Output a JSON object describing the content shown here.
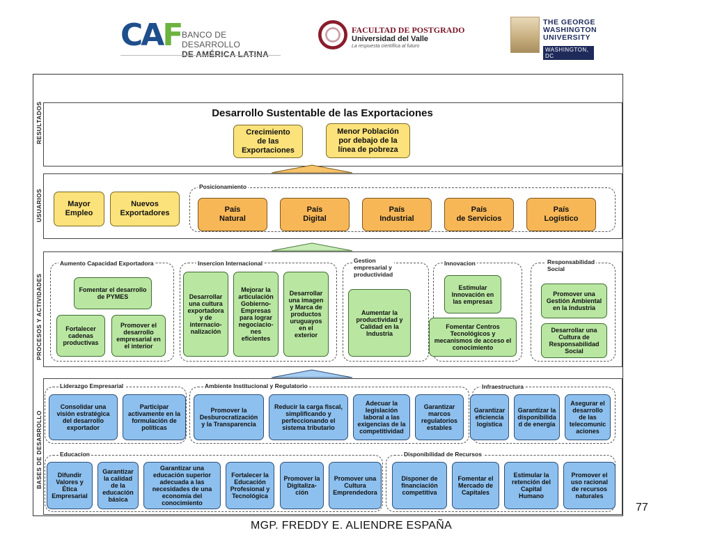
{
  "header": {
    "caf_logo": {
      "mark": "CAF",
      "line1": "BANCO DE DESARROLLO",
      "line2": "DE AMÉRICA LATINA"
    },
    "uv_logo": {
      "title": "FACULTAD DE POSTGRADO",
      "sub": "Universidad del Valle",
      "tag": "La respuesta científica al futuro"
    },
    "gw_logo": {
      "line1": "THE GEORGE",
      "line2": "WASHINGTON",
      "line3": "UNIVERSITY",
      "dc": "WASHINGTON, DC"
    }
  },
  "diagram": {
    "title": "Desarrollo Sustentable de las Exportaciones",
    "sections": {
      "resultados": "RESULTADOS",
      "usuarios": "USUARIOS",
      "procesos": "PROCESOS Y ACTIVIDADES",
      "bases": "BASES DE DESARROLLO"
    },
    "resultados_boxes": [
      "Crecimiento\nde las\nExportaciones",
      "Menor Población\npor debajo de la\nlínea de pobreza"
    ],
    "usuarios": {
      "left_boxes": [
        "Mayor\nEmpleo",
        "Nuevos\nExportadores"
      ],
      "posicionamiento_label": "Posicionamiento",
      "pais_boxes": [
        "País\nNatural",
        "País\nDigital",
        "País\nIndustrial",
        "País\nde Servicios",
        "País\nLogístico"
      ]
    },
    "procesos": {
      "groups": [
        "Aumento Capacidad Exportadora",
        "Insercion Internacional",
        "Gestion\nempresarial y\nproductividad",
        "Innovacion",
        "Responsabilidad\nSocial"
      ],
      "boxes": [
        "Fomentar el desarrollo\nde PYMES",
        "Fortalecer\ncadenas\nproductivas",
        "Promover el\ndesarrollo\nempresarial en\nel interior",
        "Desarrollar\nuna cultura\nexportadora\ny de\ninternacio-\nnalización",
        "Mejorar la\narticulación\nGobierno-\nEmpresas\npara lograr\nnegociacio-\nnes\neficientes",
        "Desarrollar\nuna imagen\ny Marca de\nproductos\nuruguayos\nen el\nexterior",
        "Aumentar la\nproductividad y\nCalidad en la\nIndustria",
        "Estimular\nInnovación en\nlas empresas",
        "Fomentar Centros\nTecnológicos y\nmecanismos de acceso el\nconocimiento",
        "Promover una\nGestión Ambiental\nen la Industria",
        "Desarrollar una\nCultura de\nResponsabilidad\nSocial"
      ]
    },
    "bases": {
      "groups": [
        "Liderazgo Empresarial",
        "Ambiente Institucional y Regulatorio",
        "Infraestructura",
        "Educacion",
        "Disponibilidad de Recursos"
      ],
      "row1_boxes": [
        "Consolidar una\nvisión estratégica\ndel desarrollo\nexportador",
        "Participar\nactivamente en la\nformulación de\npolíticas",
        "Promover la\nDesburocratización\ny la Transparencia",
        "Reducir la carga fiscal,\nsimplificando y\nperfeccionando el\nsistema tributario",
        "Adecuar la\nlegislación\nlaboral a las\nexigencias de la\ncompetitividad",
        "Garantizar\nmarcos\nregulatorios\nestables",
        "Garantizar\neficiencia\nlogística",
        "Garantizar la\ndisponibilida\nd de energía",
        "Asegurar el\ndesarrollo\nde las\ntelecomunic\naciones"
      ],
      "row2_boxes": [
        "Difundir\nValores y\nÉtica\nEmpresarial",
        "Garantizar\nla calidad\nde la\neducación\nbásica",
        "Garantizar una\neducación superior\nadecuada a las\nnecesidades de una\neconomía del\nconocimiento",
        "Fortalecer la\nEducación\nProfesional y\nTecnológica",
        "Promover la\nDigitaliza-\nción",
        "Promover una\nCultura\nEmprendedora",
        "Disponer de\nfinanciación\ncompetitiva",
        "Fomentar el\nMercado de\nCapitales",
        "Estimular la\nretención del\nCapital\nHumano",
        "Promover el\nuso racional\nde recursos\nnaturales"
      ]
    }
  },
  "page_number": "77",
  "footer": "MGP. FREDDY E. ALIENDRE ESPAÑA",
  "colors": {
    "caf_blue": "#1f4e8c",
    "caf_green": "#6cb33f",
    "result_yellow": "#fbe27a",
    "user_orange": "#f8b757",
    "process_green": "#b9e7a2",
    "base_blue": "#8dc0ee"
  }
}
